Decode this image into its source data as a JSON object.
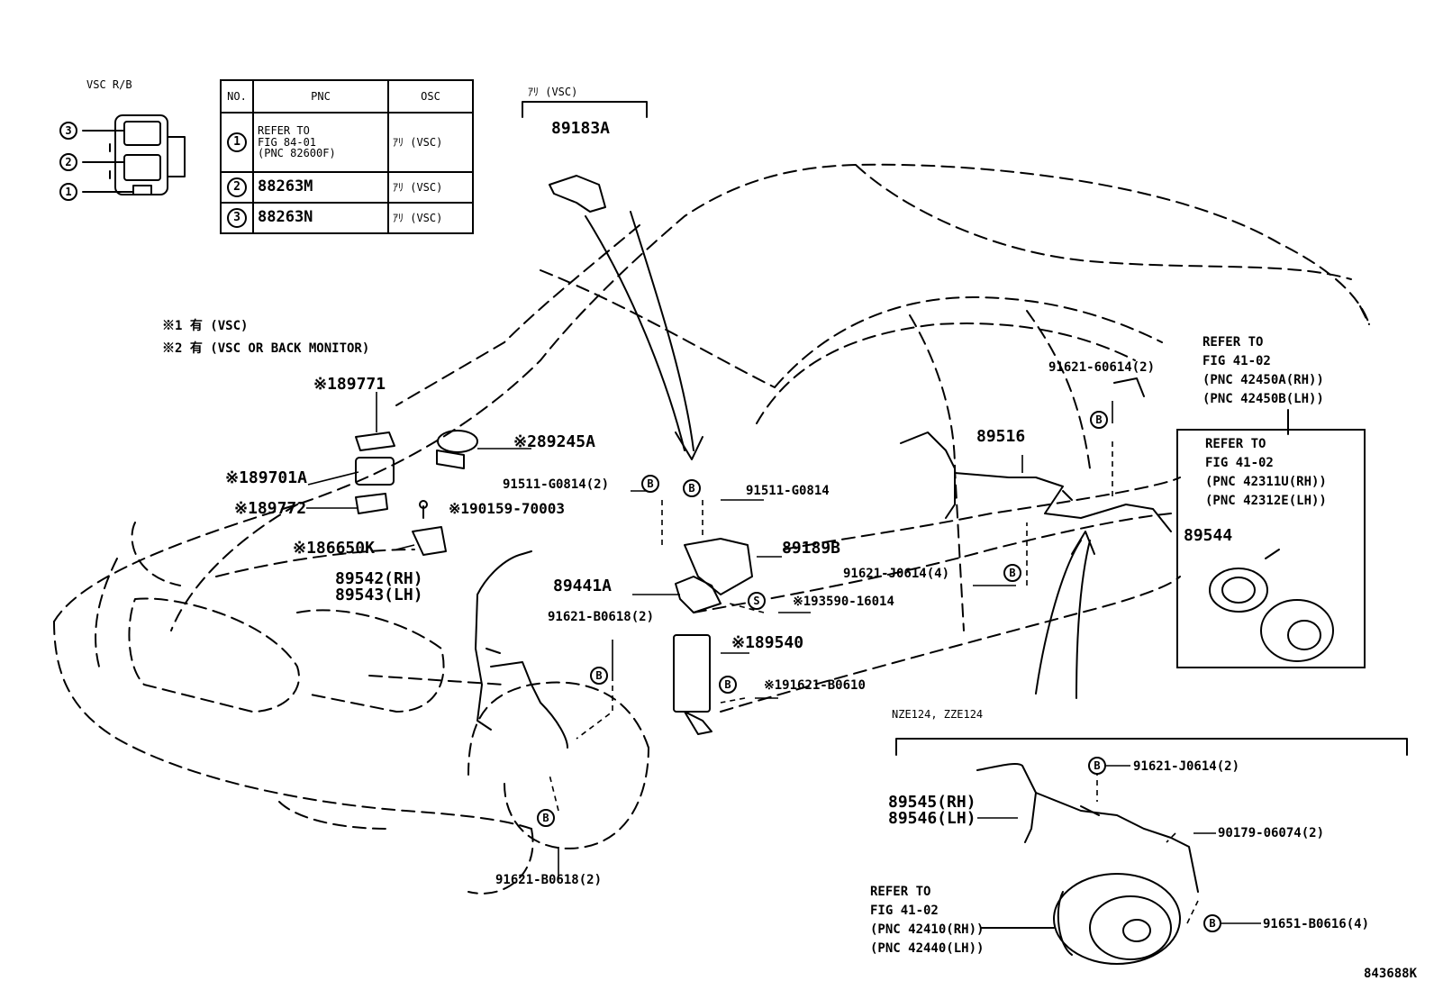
{
  "header": {
    "vsc_rb_label": "VSC R/B",
    "ari_vsc_label": "ｱﾘ (VSC)",
    "note_1": "※1 有 (VSC)",
    "note_2": "※2 有 (VSC OR BACK MONITOR)",
    "nze_label": "NZE124, ZZE124",
    "figure_code": "843688K"
  },
  "relay_block": {
    "items": [
      "3",
      "2",
      "1"
    ]
  },
  "table": {
    "headers": [
      "NO.",
      "PNC",
      "OSC"
    ],
    "rows": [
      {
        "no": "1",
        "pnc": "REFER TO FIG 84-01 (PNC 82600F)",
        "pnc_lines": [
          "REFER TO",
          "FIG 84-01",
          "(PNC 82600F)"
        ],
        "osc": "ｱﾘ (VSC)"
      },
      {
        "no": "2",
        "pnc": "88263M",
        "osc": "ｱﾘ (VSC)"
      },
      {
        "no": "3",
        "pnc": "88263N",
        "osc": "ｱﾘ (VSC)"
      }
    ]
  },
  "callouts": {
    "p89183A": "89183A",
    "p189771": "※189771",
    "p289245A": "※289245A",
    "p189701A": "※189701A",
    "p189772": "※189772",
    "p190159": "※190159-70003",
    "p186650K": "※186650K",
    "p89542": "89542(RH)",
    "p89543": "89543(LH)",
    "p91511a": "91511-G0814(2)",
    "p91511b": "91511-G0814",
    "p89189B": "89189B",
    "p89441A": "89441A",
    "p193590": "※193590-16014",
    "p91621B0618a": "91621-B0618(2)",
    "p189540": "※189540",
    "p191621B0610": "※191621-B0610",
    "p91621B0618b": "91621-B0618(2)",
    "p89516": "89516",
    "p91621_60614": "91621-60614(2)",
    "p91621J0614a": "91621-J0614(4)",
    "p89545": "89545(RH)",
    "p89546": "89546(LH)",
    "p91621J0614b": "91621-J0614(2)",
    "p90179": "90179-06074(2)",
    "p91651": "91651-B0616(4)",
    "p89544": "89544"
  },
  "refer_rear_top": [
    "REFER TO",
    "FIG 41-02",
    "(PNC 42450A(RH))",
    "(PNC 42450B(LH))"
  ],
  "refer_rear_box": [
    "REFER TO",
    "FIG 41-02",
    "(PNC 42311U(RH))",
    "(PNC 42312E(LH))"
  ],
  "refer_hub": [
    "REFER TO",
    "FIG 41-02",
    "(PNC 42410(RH))",
    "(PNC 42440(LH))"
  ],
  "symbols": {
    "bolt": "B",
    "screw": "S"
  }
}
